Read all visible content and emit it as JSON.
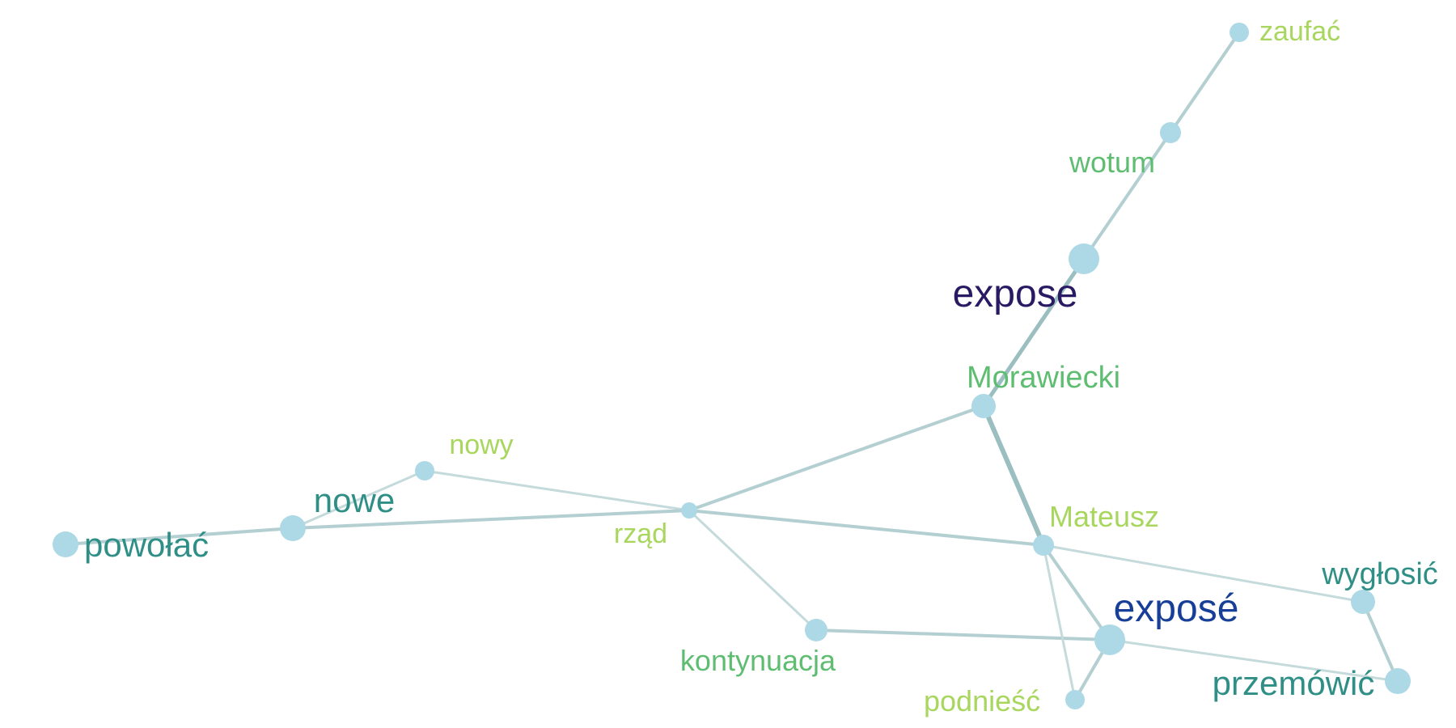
{
  "graph": {
    "nodes": [
      {
        "id": "zaufac",
        "label": "zaufać",
        "color": "#a8d65e",
        "size": "small"
      },
      {
        "id": "wotum",
        "label": "wotum",
        "color": "#5fbd72",
        "size": "small"
      },
      {
        "id": "expose",
        "label": "expose",
        "color": "#2a1a63",
        "size": "xlarge"
      },
      {
        "id": "morawiecki",
        "label": "Morawiecki",
        "color": "#5fbd72",
        "size": "medium"
      },
      {
        "id": "mateusz",
        "label": "Mateusz",
        "color": "#a8d65e",
        "size": "small"
      },
      {
        "id": "nowy",
        "label": "nowy",
        "color": "#a8d65e",
        "size": "small"
      },
      {
        "id": "nowe",
        "label": "nowe",
        "color": "#2f8f86",
        "size": "large"
      },
      {
        "id": "powolac",
        "label": "powołać",
        "color": "#2f8f86",
        "size": "large"
      },
      {
        "id": "rzad",
        "label": "rząd",
        "color": "#a8d65e",
        "size": "small"
      },
      {
        "id": "kontynuacja",
        "label": "kontynuacja",
        "color": "#5fbd72",
        "size": "small"
      },
      {
        "id": "expose2",
        "label": "exposé",
        "color": "#173f97",
        "size": "xlarge"
      },
      {
        "id": "podniesc",
        "label": "podnieść",
        "color": "#a8d65e",
        "size": "small"
      },
      {
        "id": "wyglosic",
        "label": "wygłosić",
        "color": "#2f8f86",
        "size": "medium"
      },
      {
        "id": "przemowic",
        "label": "przemówić",
        "color": "#2f8f86",
        "size": "large"
      }
    ],
    "edges": [
      {
        "from": "zaufac",
        "to": "wotum",
        "weight": 3
      },
      {
        "from": "wotum",
        "to": "expose",
        "weight": 3
      },
      {
        "from": "expose",
        "to": "morawiecki",
        "weight": 4
      },
      {
        "from": "morawiecki",
        "to": "mateusz",
        "weight": 5
      },
      {
        "from": "morawiecki",
        "to": "rzad",
        "weight": 3
      },
      {
        "from": "nowy",
        "to": "rzad",
        "weight": 2
      },
      {
        "from": "nowy",
        "to": "nowe",
        "weight": 2
      },
      {
        "from": "nowe",
        "to": "powolac",
        "weight": 3
      },
      {
        "from": "nowe",
        "to": "rzad",
        "weight": 3
      },
      {
        "from": "rzad",
        "to": "mateusz",
        "weight": 3
      },
      {
        "from": "rzad",
        "to": "kontynuacja",
        "weight": 2
      },
      {
        "from": "kontynuacja",
        "to": "expose2",
        "weight": 3
      },
      {
        "from": "mateusz",
        "to": "expose2",
        "weight": 3
      },
      {
        "from": "mateusz",
        "to": "podniesc",
        "weight": 2
      },
      {
        "from": "mateusz",
        "to": "wyglosic",
        "weight": 2
      },
      {
        "from": "expose2",
        "to": "podniesc",
        "weight": 3
      },
      {
        "from": "expose2",
        "to": "przemowic",
        "weight": 2
      },
      {
        "from": "wyglosic",
        "to": "przemowic",
        "weight": 3
      }
    ]
  }
}
